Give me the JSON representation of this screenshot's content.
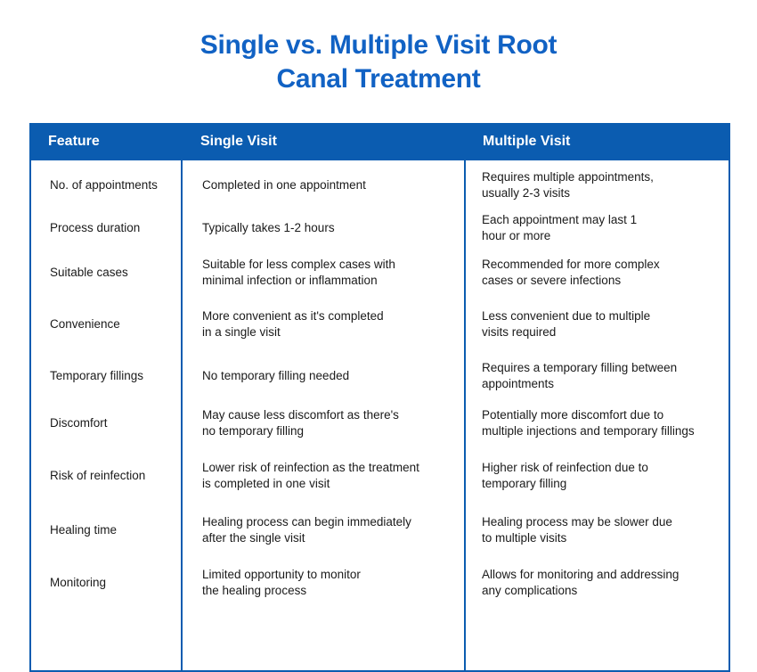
{
  "title": {
    "line1": "Single vs. Multiple Visit Root",
    "line2": "Canal Treatment",
    "color": "#1162c4"
  },
  "theme": {
    "header_bg": "#0b5cb0",
    "header_text": "#ffffff",
    "border": "#0b5cb0",
    "body_text": "#1a1a1a",
    "page_bg": "#ffffff"
  },
  "table": {
    "columns": [
      "Feature",
      "Single Visit",
      "Multiple Visit"
    ],
    "rows": [
      {
        "feature": "No. of appointments",
        "single": [
          "Completed in one appointment"
        ],
        "multiple": [
          "Requires multiple appointments,",
          "usually 2-3 visits"
        ]
      },
      {
        "feature": "Process duration",
        "single": [
          "Typically takes 1-2 hours"
        ],
        "multiple": [
          "Each appointment may last 1",
          "hour or more"
        ]
      },
      {
        "feature": "Suitable cases",
        "single": [
          "Suitable for less complex cases with",
          "minimal infection or inflammation"
        ],
        "multiple": [
          "Recommended for more complex",
          "cases or severe infections"
        ]
      },
      {
        "feature": "Convenience",
        "single": [
          "More convenient as it's completed",
          "in a single visit"
        ],
        "multiple": [
          "Less convenient due to multiple",
          "visits required"
        ]
      },
      {
        "feature": "Temporary fillings",
        "single": [
          "No temporary filling needed"
        ],
        "multiple": [
          "Requires a temporary filling between",
          "appointments"
        ]
      },
      {
        "feature": "Discomfort",
        "single": [
          "May cause less discomfort as there's",
          "no temporary filling"
        ],
        "multiple": [
          "Potentially more discomfort due to",
          "multiple injections and temporary fillings"
        ]
      },
      {
        "feature": "Risk of reinfection",
        "single": [
          "Lower risk of reinfection as the treatment",
          "is completed in one visit"
        ],
        "multiple": [
          "Higher risk of reinfection due to",
          "temporary filling"
        ]
      },
      {
        "feature": "Healing time",
        "single": [
          "Healing process can begin immediately",
          "after the single visit"
        ],
        "multiple": [
          "Healing process may be slower due",
          "to multiple visits"
        ]
      },
      {
        "feature": "Monitoring",
        "single": [
          "Limited opportunity to monitor",
          "the healing process"
        ],
        "multiple": [
          "Allows for monitoring and addressing",
          "any complications"
        ]
      }
    ]
  }
}
